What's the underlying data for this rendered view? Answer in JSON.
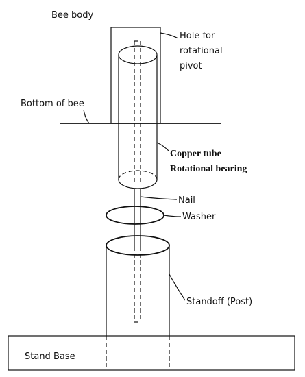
{
  "labels": {
    "bee_body": "Bee body",
    "hole_line1": "Hole for",
    "hole_line2": "rotational",
    "hole_line3": "pivot",
    "bottom_of_bee": "Bottom of bee",
    "copper_tube": "Copper tube",
    "rotational_bearing": "Rotational bearing",
    "nail": "Nail",
    "washer": "Washer",
    "standoff": "Standoff (Post)",
    "stand_base": "Stand Base"
  }
}
